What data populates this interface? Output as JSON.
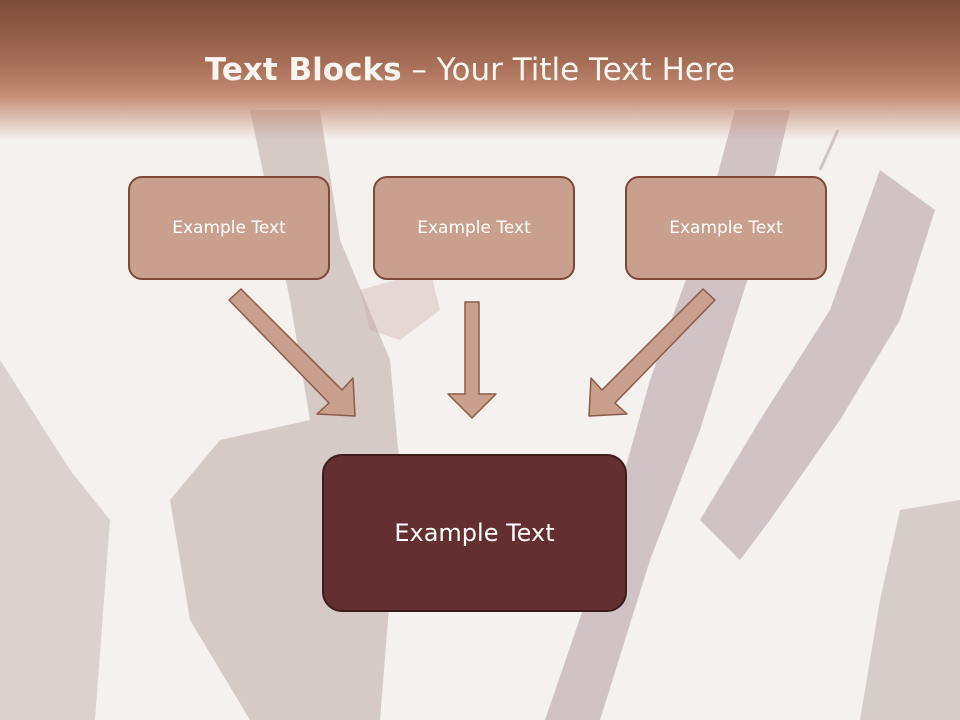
{
  "title": {
    "bold": "Text Blocks",
    "separator": " – ",
    "rest": "Your Title Text Here"
  },
  "blocks": {
    "left": "Example Text",
    "center": "Example Text",
    "right": "Example Text",
    "main": "Example Text"
  },
  "colors": {
    "header": "#a66e57",
    "box_fill": "#c9a08d",
    "box_border": "#7d4a38",
    "main_fill": "#642f30",
    "arrow_fill": "#c9a08d",
    "arrow_stroke": "#8c5a46"
  }
}
